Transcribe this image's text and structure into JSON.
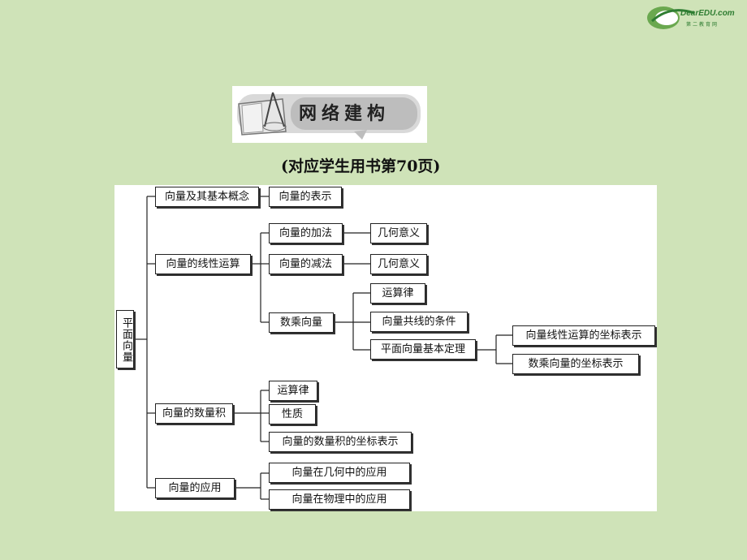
{
  "logo": {
    "brand": "DearEDU.com",
    "tagline": "第二教育网"
  },
  "banner": {
    "title": "网络建构"
  },
  "reference": "(对应学生用书第70页)",
  "tree": {
    "root": "平面向量",
    "n1": "向量及其基本概念",
    "n1a": "向量的表示",
    "n2": "向量的线性运算",
    "n2a": "向量的加法",
    "n2a1": "几何意义",
    "n2b": "向量的减法",
    "n2b1": "几何意义",
    "n2c": "数乘向量",
    "n2c1": "运算律",
    "n2c2": "向量共线的条件",
    "n2c3": "平面向量基本定理",
    "n2c3a": "向量线性运算的坐标表示",
    "n2c3b": "数乘向量的坐标表示",
    "n3": "向量的数量积",
    "n3a": "运算律",
    "n3b": "性质",
    "n3c": "向量的数量积的坐标表示",
    "n4": "向量的应用",
    "n4a": "向量在几何中的应用",
    "n4b": "向量在物理中的应用"
  }
}
